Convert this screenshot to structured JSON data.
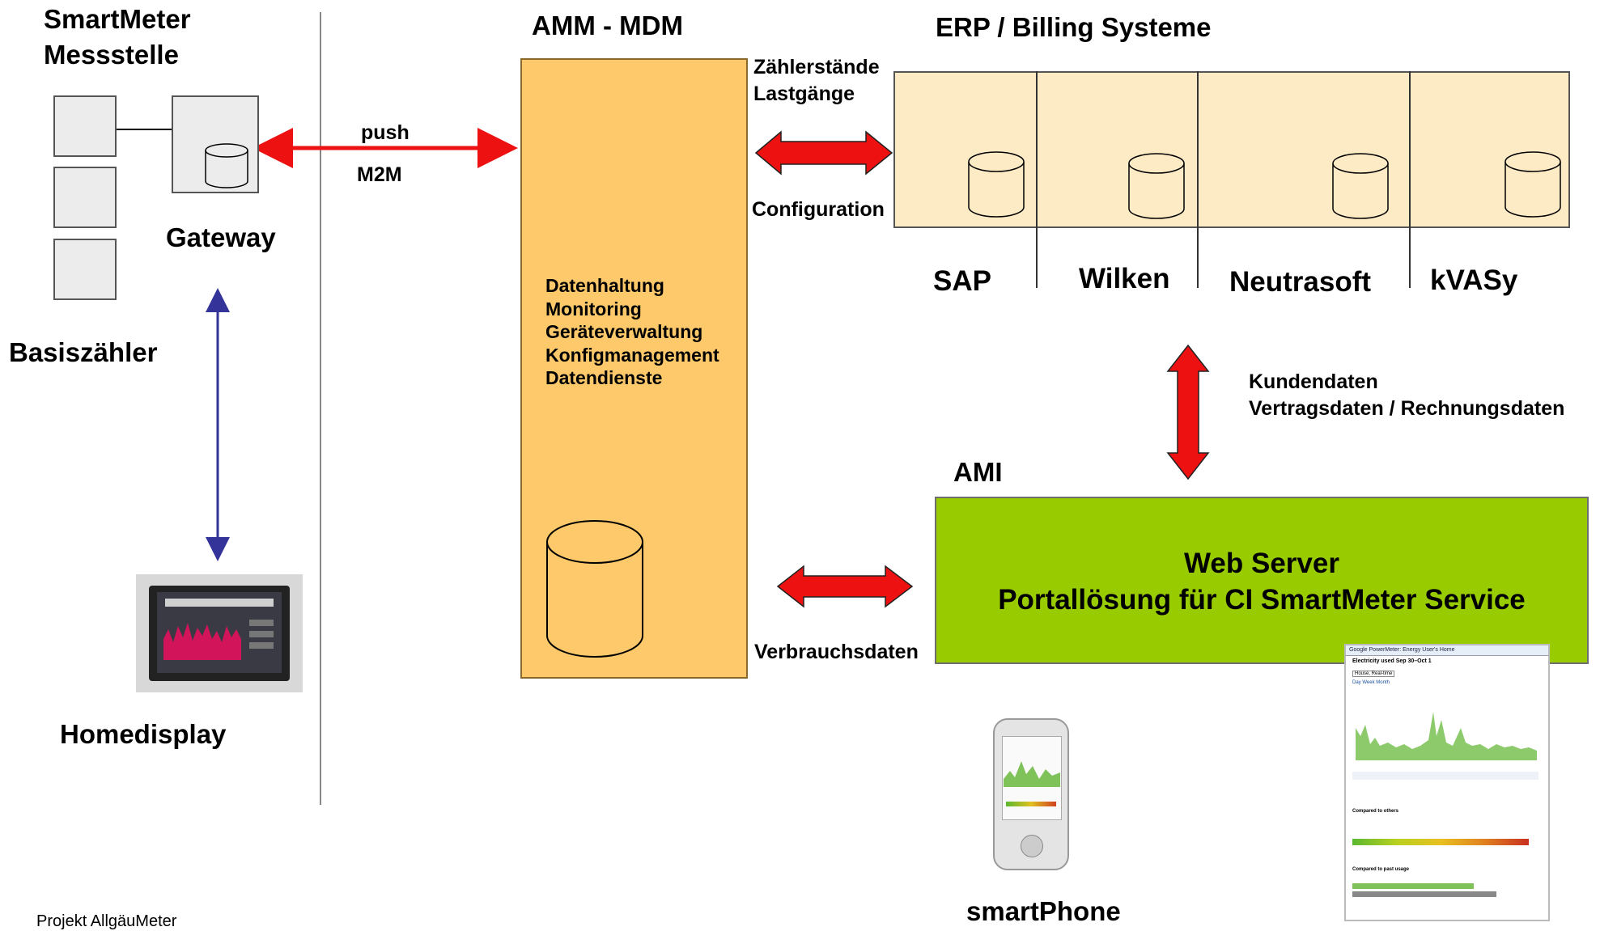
{
  "left": {
    "title_line1": "SmartMeter",
    "title_line2": "Messstelle",
    "gateway_label": "Gateway",
    "basis_label": "Basiszähler",
    "homedisplay_label": "Homedisplay",
    "footer": "Projekt AllgäuMeter"
  },
  "amm": {
    "title": "AMM - MDM",
    "functions": [
      "Datenhaltung",
      "Monitoring",
      "Geräteverwaltung",
      "Konfigmanagement",
      "Datendienste"
    ]
  },
  "erp": {
    "title": "ERP / Billing Systeme",
    "systems": [
      "SAP",
      "Wilken",
      "Neutrasoft",
      "kVASy"
    ]
  },
  "links": {
    "push": "push",
    "m2m": "M2M",
    "erp_top_line1": "Zählerstände",
    "erp_top_line2": "Lastgänge",
    "erp_bottom": "Configuration",
    "ami_line1": "Kundendaten",
    "ami_line2": "Vertragsdaten / Rechnungsdaten",
    "consumption": "Verbrauchsdaten"
  },
  "ami": {
    "title": "AMI",
    "line1": "Web Server",
    "line2": "Portallösung für CI SmartMeter Service"
  },
  "devices": {
    "smartphone_label": "smartPhone"
  },
  "powermeter": {
    "header": "Google PowerMeter: Energy User's Home",
    "usage_title": "Electricity used Sep 30–Oct 1",
    "select": "House, Real-time",
    "tabs": "Day  Week  Month",
    "compared_others": "Compared to others",
    "compared_past": "Compared to past usage"
  },
  "colors": {
    "arrow_red": "#ee1111",
    "arrow_blue": "#333399",
    "amm_fill": "#fdc96a",
    "erp_fill": "#fdebc6",
    "ami_fill": "#99cc00"
  }
}
